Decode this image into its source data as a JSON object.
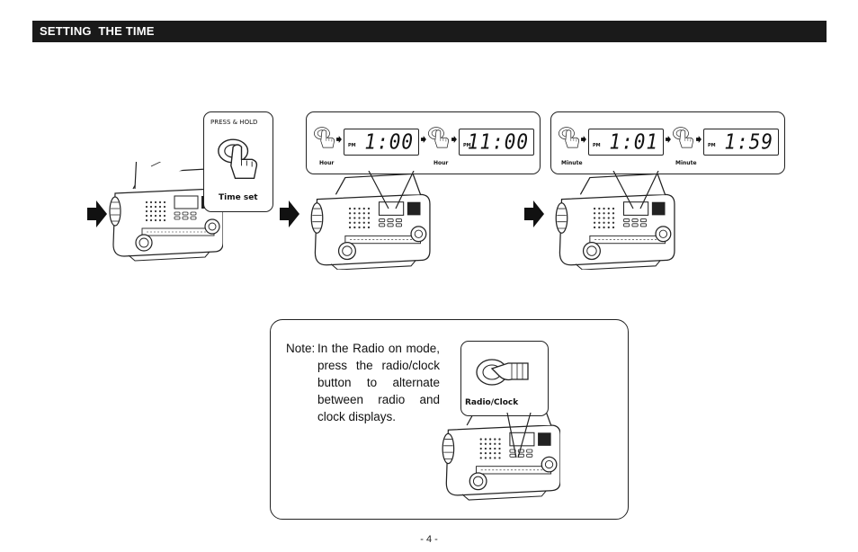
{
  "header": {
    "title": "SETTING  THE TIME"
  },
  "step1": {
    "press_hold": "PRESS & HOLD",
    "button_label": "Time set"
  },
  "step2": {
    "first": {
      "label": "Hour",
      "pm": "PM",
      "time": "1:00"
    },
    "second": {
      "label": "Hour",
      "pm": "PM",
      "time": "11:00"
    }
  },
  "step3": {
    "first": {
      "label": "Minute",
      "pm": "PM",
      "time": "1:01"
    },
    "second": {
      "label": "Minute",
      "pm": "PM",
      "time": "1:59"
    }
  },
  "note": {
    "prefix": "Note:",
    "body": "In the Radio on mode, press the radio/clock button to alternate between radio and clock displays.",
    "button_label": "Radio/Clock"
  },
  "footer": {
    "page_number": "- 4 -"
  }
}
